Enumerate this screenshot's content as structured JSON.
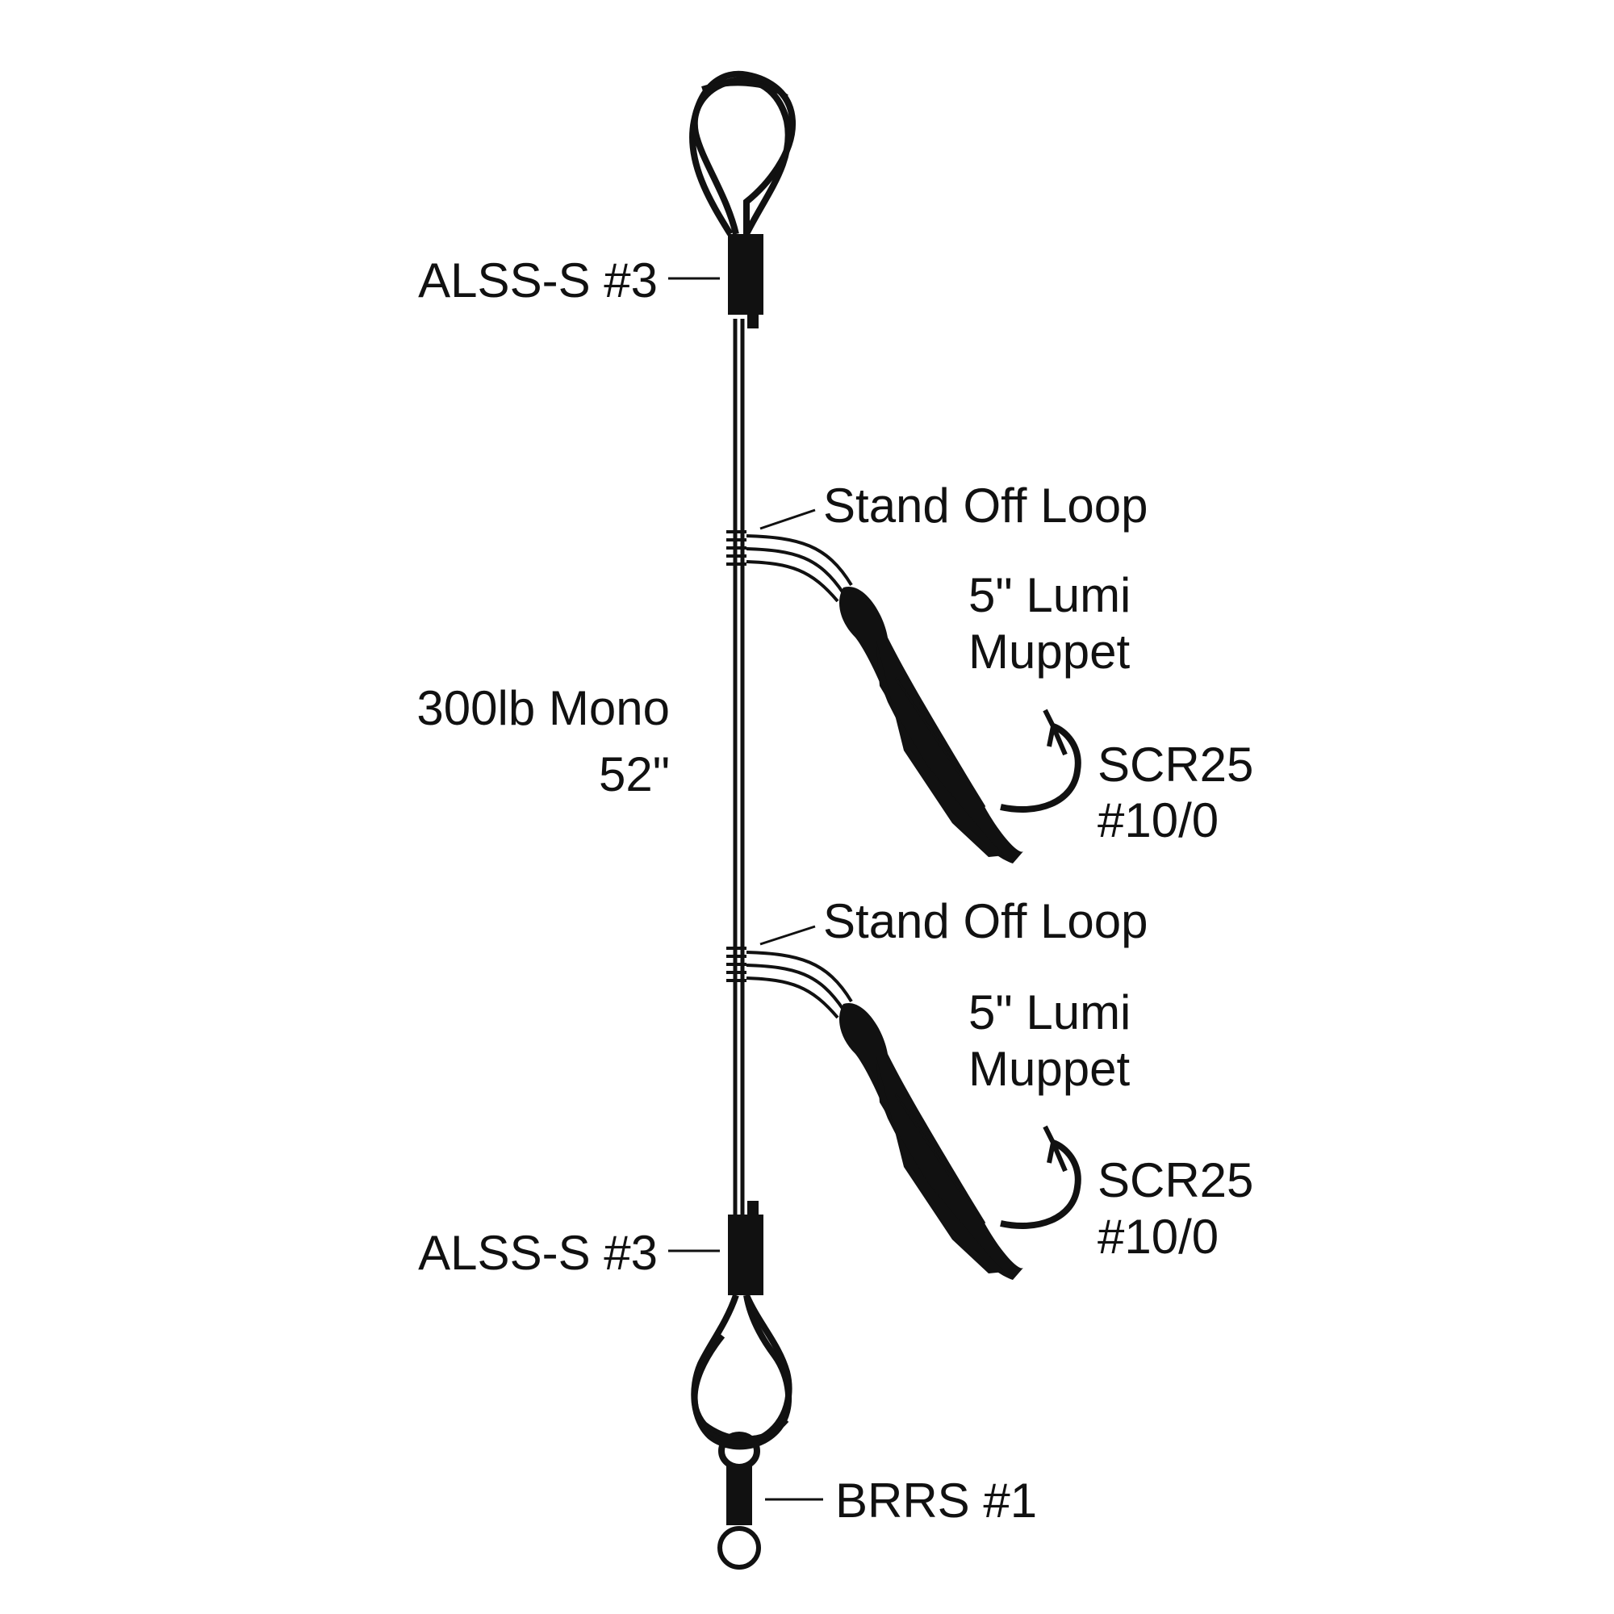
{
  "diagram": {
    "top_sleeve_label": "ALSS-S #3",
    "bottom_sleeve_label": "ALSS-S #3",
    "mono_label_line1": "300lb Mono",
    "mono_label_line2": "52\"",
    "swivel_label": "BRRS #1",
    "branches": [
      {
        "standoff_label": "Stand Off Loop",
        "lure_label_line1": "5\" Lumi",
        "lure_label_line2": "Muppet",
        "hook_label_line1": "SCR25",
        "hook_label_line2": "#10/0"
      },
      {
        "standoff_label": "Stand Off Loop",
        "lure_label_line1": "5\" Lumi",
        "lure_label_line2": "Muppet",
        "hook_label_line1": "SCR25",
        "hook_label_line2": "#10/0"
      }
    ],
    "colors": {
      "line": "#111111",
      "background": "#ffffff"
    }
  }
}
